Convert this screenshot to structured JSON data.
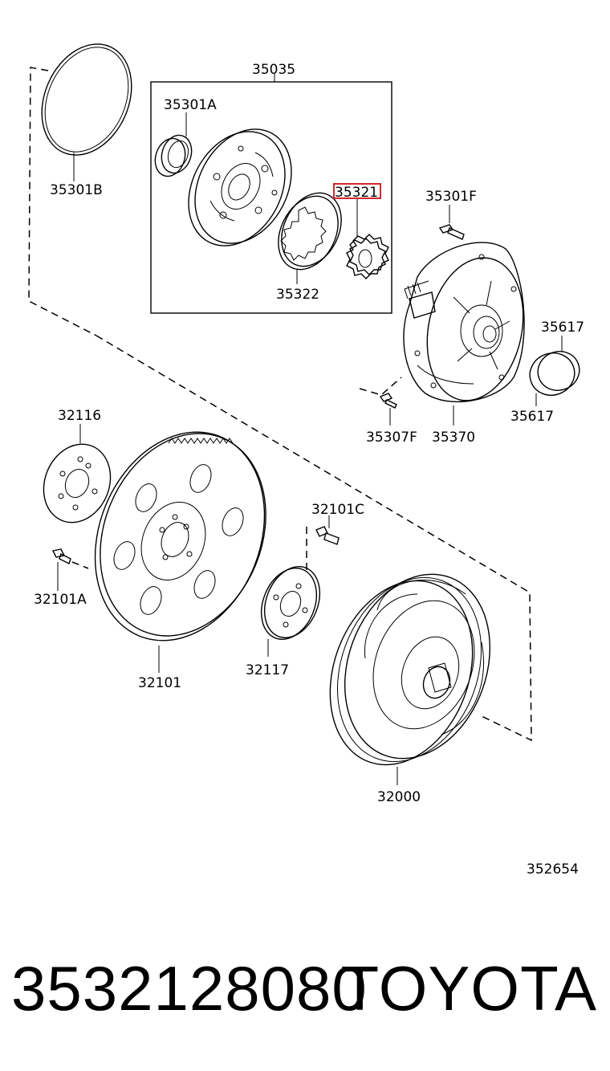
{
  "diagram": {
    "group_label": "35035",
    "highlighted_label": "35321",
    "highlight_color": "#d0282e",
    "labels": {
      "p35301B": "35301B",
      "p35301A": "35301A",
      "p35322": "35322",
      "p35301F": "35301F",
      "p35617_top": "35617",
      "p35617_bottom": "35617",
      "p35307F": "35307F",
      "p35370": "35370",
      "p32116": "32116",
      "p32101C": "32101C",
      "p32101A": "32101A",
      "p32117": "32117",
      "p32101": "32101",
      "p32000": "32000"
    },
    "figure_number": "352654"
  },
  "footer": {
    "part_number": "3532128080",
    "brand": "TOYOTA"
  }
}
